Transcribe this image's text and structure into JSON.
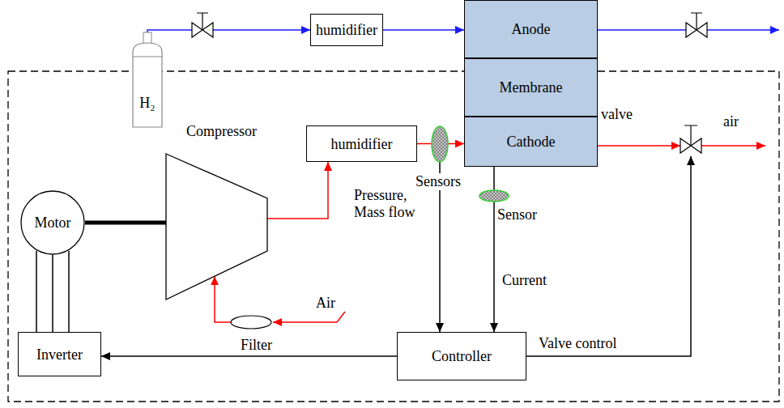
{
  "diagram": {
    "nodes": [
      {
        "text": [
          "H₂"
        ]
      },
      {
        "text": [
          "humidifier"
        ]
      },
      {
        "text": [
          "Anode"
        ]
      },
      {
        "text": [
          "Membrane"
        ]
      },
      {
        "text": [
          "Cathode"
        ]
      },
      {
        "text": [
          "Compressor"
        ]
      },
      {
        "text": [
          "humidifier"
        ]
      },
      {
        "text": [
          "Sensors"
        ]
      },
      {
        "text": [
          "Motor"
        ]
      },
      {
        "text": [
          "Sensor"
        ]
      },
      {
        "text": [
          "Filter"
        ]
      },
      {
        "text": [
          "Inverter"
        ]
      },
      {
        "text": [
          "Controller"
        ]
      },
      {
        "text": [
          "valve"
        ]
      }
    ],
    "edges": [
      {
        "from": 0,
        "to": 1,
        "arrow": "to"
      },
      {
        "from": 1,
        "to": 2,
        "arrow": "to"
      },
      {
        "from": 6,
        "to": 4,
        "arrow": "to"
      },
      {
        "from": 5,
        "to": 6,
        "arrow": "to"
      },
      {
        "from": 10,
        "to": 5,
        "arrow": "to"
      },
      {
        "from": 8,
        "to": 5,
        "arrow": "none"
      },
      {
        "from": 11,
        "to": 8,
        "arrow": "none"
      },
      {
        "from": 12,
        "to": 11,
        "arrow": "to"
      },
      {
        "from": 7,
        "to": 12,
        "label": "Pressure, Mass flow",
        "arrow": "to"
      },
      {
        "from": 4,
        "to": 9,
        "arrow": "none"
      },
      {
        "from": 9,
        "to": 12,
        "label": "Current",
        "arrow": "to"
      },
      {
        "from": 12,
        "to": 13,
        "label": "Valve control",
        "arrow": "to"
      },
      {
        "from": 4,
        "to": 13,
        "arrow": "to"
      }
    ],
    "labels": [
      "Air",
      "air"
    ]
  }
}
